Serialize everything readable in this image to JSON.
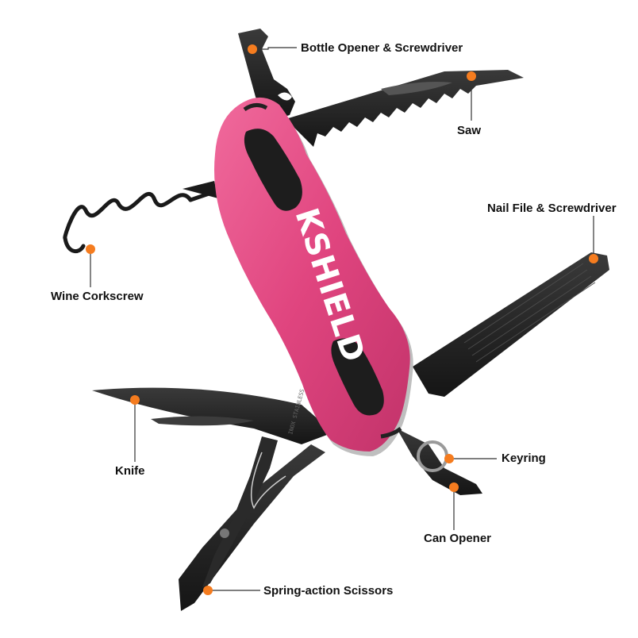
{
  "product": {
    "brand": "KSHIELD",
    "blade_stamp": "INOX STAINLESS",
    "handle_color": "#e0457f",
    "tool_color": "#1f1f1f",
    "marker_color": "#f57c1f"
  },
  "callouts": [
    {
      "id": "bottle-opener",
      "label": "Bottle Opener & Screwdriver"
    },
    {
      "id": "saw",
      "label": "Saw"
    },
    {
      "id": "nail-file",
      "label": "Nail File & Screwdriver"
    },
    {
      "id": "corkscrew",
      "label": "Wine Corkscrew"
    },
    {
      "id": "knife",
      "label": "Knife"
    },
    {
      "id": "keyring",
      "label": "Keyring"
    },
    {
      "id": "can-opener",
      "label": "Can Opener"
    },
    {
      "id": "scissors",
      "label": "Spring-action Scissors"
    }
  ]
}
